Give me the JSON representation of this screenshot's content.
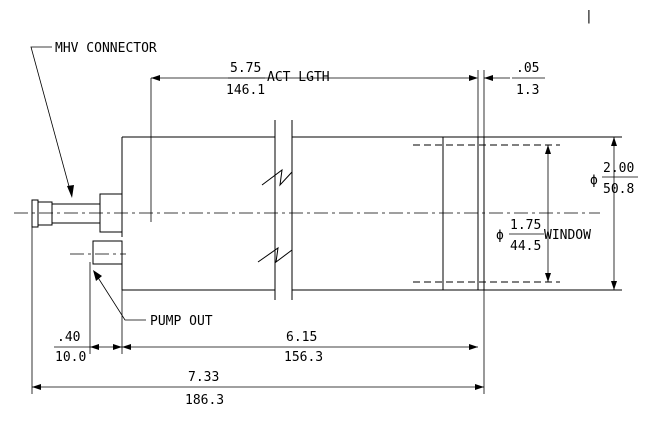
{
  "labels": {
    "mhv_connector": "MHV CONNECTOR",
    "act_length_in": "5.75",
    "act_length_mm": "146.1",
    "act_length_suffix": "ACT LGTH",
    "window_offset_in": ".05",
    "window_offset_mm": "1.3",
    "outer_dia_symbol": "ϕ",
    "outer_dia_in": "2.00",
    "outer_dia_mm": "50.8",
    "window_dia_symbol": "ϕ",
    "window_dia_in": "1.75",
    "window_dia_mm": "44.5",
    "window_suffix": "WINDOW",
    "pump_out": "PUMP OUT",
    "connector_len_in": ".40",
    "connector_len_mm": "10.0",
    "body_len_in": "6.15",
    "body_len_mm": "156.3",
    "overall_len_in": "7.33",
    "overall_len_mm": "186.3",
    "corner_mark": "|"
  }
}
